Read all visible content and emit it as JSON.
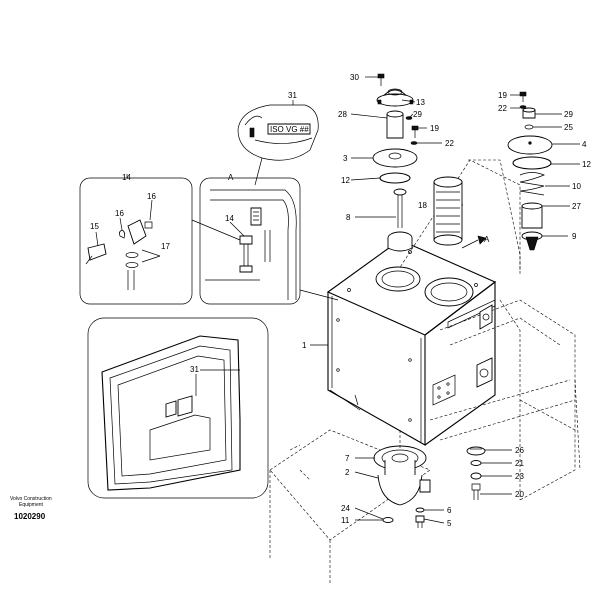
{
  "brand": {
    "line1": "Volvo Construction",
    "line2": "Equipment",
    "code": "1020290"
  },
  "plate_text": "ISO VG ##",
  "callouts": {
    "c1": "1",
    "c2": "2",
    "c3": "3",
    "c4": "4",
    "c5": "5",
    "c6": "6",
    "c7": "7",
    "c8": "8",
    "c9": "9",
    "c10": "10",
    "c11": "11",
    "c12a": "12",
    "c12b": "12",
    "c13": "13",
    "c14a": "14",
    "c14b": "14",
    "c15": "15",
    "c16a": "16",
    "c16b": "16",
    "c17": "17",
    "c18": "18",
    "c19a": "19",
    "c19b": "19",
    "c20": "20",
    "c21": "21",
    "c22a": "22",
    "c22b": "22",
    "c23": "23",
    "c24": "24",
    "c25": "25",
    "c26": "26",
    "c27": "27",
    "c28": "28",
    "c29a": "29",
    "c29b": "29",
    "c30": "30",
    "c31a": "31",
    "c31b": "31",
    "viewA1": "A",
    "viewA2": "A"
  }
}
